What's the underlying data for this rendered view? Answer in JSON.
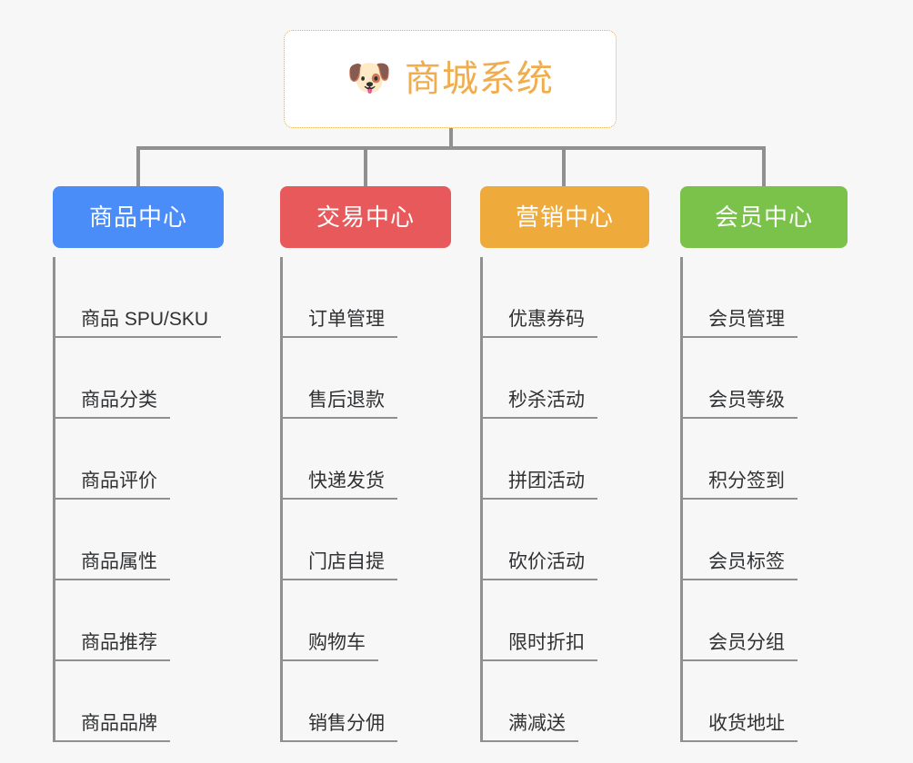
{
  "root": {
    "icon": "shiba-dog-face-emoji",
    "emoji": "🐶",
    "title": "商城系统",
    "accent_color": "#f0ad4e",
    "border_style": "dotted"
  },
  "colors": {
    "background": "#f7f7f7",
    "connector": "#909090",
    "text": "#303133",
    "product_center": "#4b8df8",
    "trade_center": "#e8595b",
    "marketing_center": "#eeab3c",
    "member_center": "#7ac24a"
  },
  "columns": [
    {
      "title": "商品中心",
      "color": "#4b8df8",
      "items": [
        "商品 SPU/SKU",
        "商品分类",
        "商品评价",
        "商品属性",
        "商品推荐",
        "商品品牌"
      ]
    },
    {
      "title": "交易中心",
      "color": "#e8595b",
      "items": [
        "订单管理",
        "售后退款",
        "快递发货",
        "门店自提",
        "购物车",
        "销售分佣"
      ]
    },
    {
      "title": "营销中心",
      "color": "#eeab3c",
      "items": [
        "优惠券码",
        "秒杀活动",
        "拼团活动",
        "砍价活动",
        "限时折扣",
        "满减送"
      ]
    },
    {
      "title": "会员中心",
      "color": "#7ac24a",
      "items": [
        "会员管理",
        "会员等级",
        "积分签到",
        "会员标签",
        "会员分组",
        "收货地址"
      ]
    }
  ]
}
